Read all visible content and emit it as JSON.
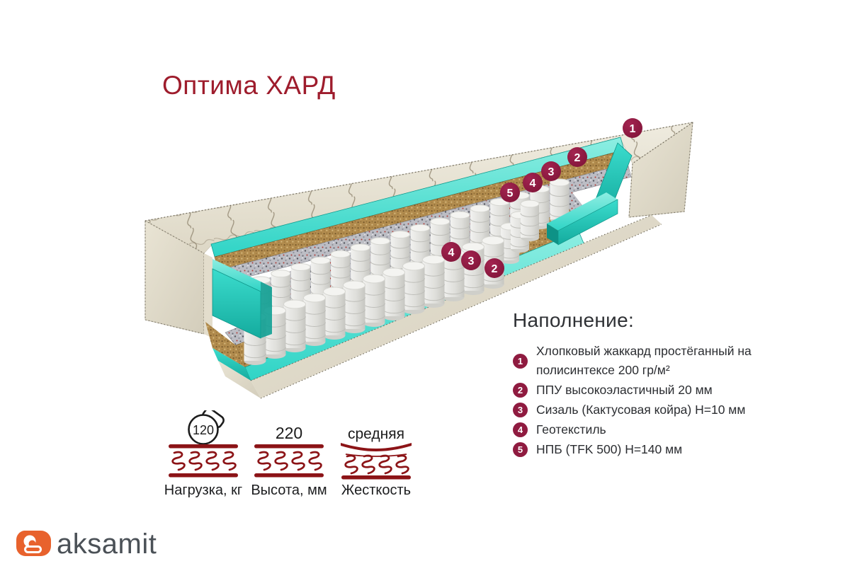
{
  "title": "Оптима ХАРД",
  "diagram": {
    "callouts_top": [
      "1",
      "2",
      "3",
      "4",
      "5"
    ],
    "callouts_front": [
      "4",
      "3",
      "2"
    ]
  },
  "filling": {
    "heading": "Наполнение:",
    "items": [
      {
        "num": "1",
        "text": "Хлопковый жаккард простёганный на полисинтексе 200 гр/м²"
      },
      {
        "num": "2",
        "text": "ППУ высокоэластичный 20 мм"
      },
      {
        "num": "3",
        "text": "Сизаль (Кактусовая койра) H=10 мм"
      },
      {
        "num": "4",
        "text": "Геотекстиль"
      },
      {
        "num": "5",
        "text": "НПБ (TFK 500) H=140 мм"
      }
    ]
  },
  "specs": [
    {
      "value": "120",
      "label": "Нагрузка, кг",
      "icon": "kettlebell-springs"
    },
    {
      "value": "220",
      "label": "Высота, мм",
      "icon": "springs"
    },
    {
      "value": "средняя",
      "label": "Жесткость",
      "icon": "springs-sag"
    }
  ],
  "logo": {
    "text": "aksamit"
  },
  "colors": {
    "accent_red": "#9e1c2c",
    "callout": "#8f1b40",
    "icon_red": "#8c1417",
    "teal": "#2fd4c6",
    "coir": "#b28c4e",
    "logo_orange": "#e8622d",
    "logo_gray": "#4b5157"
  }
}
